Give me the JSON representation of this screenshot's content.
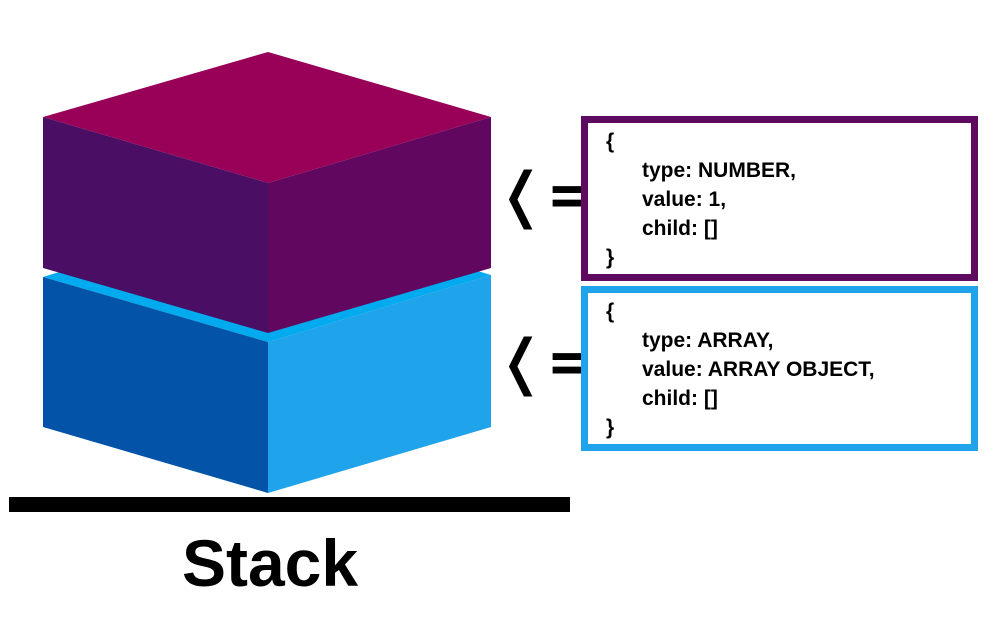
{
  "arrow_glyph": "❬=",
  "top_block": {
    "colors": {
      "top_face": "#990057",
      "left_face": "#4a0e64",
      "right_face": "#620760"
    },
    "object": {
      "open": "{",
      "type_line": "type: NUMBER,",
      "value_line": "value: 1,",
      "child_line": "child: []",
      "close": "}"
    },
    "border_color": "#5e0b5f"
  },
  "bottom_block": {
    "colors": {
      "top_face": "#00aaee",
      "left_face": "#0354a8",
      "right_face": "#1fa3ea"
    },
    "object": {
      "open": "{",
      "type_line": "type: ARRAY,",
      "value_line": "value: ARRAY OBJECT,",
      "child_line": "child: []",
      "close": "}"
    },
    "border_color": "#1fa3ea"
  },
  "stack_label": "Stack"
}
